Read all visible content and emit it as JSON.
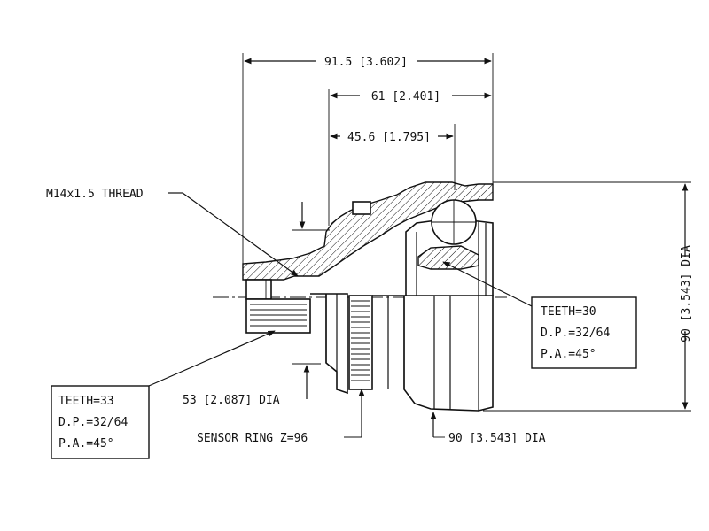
{
  "dimensions": {
    "overall_length": "91.5 [3.602]",
    "mid_length": "61 [2.401]",
    "short_length": "45.6 [1.795]",
    "outer_diameter_vertical": "90 [3.543] DIA",
    "shaft_diameter": "53 [2.087] DIA",
    "bell_diameter": "90 [3.543] DIA"
  },
  "labels": {
    "thread": "M14x1.5 THREAD",
    "sensor_ring": "SENSOR RING Z=96"
  },
  "spline_outer": {
    "teeth": "TEETH=30",
    "dp": "D.P.=32/64",
    "pa": "P.A.=45°"
  },
  "spline_inner": {
    "teeth": "TEETH=33",
    "dp": "D.P.=32/64",
    "pa": "P.A.=45°"
  }
}
